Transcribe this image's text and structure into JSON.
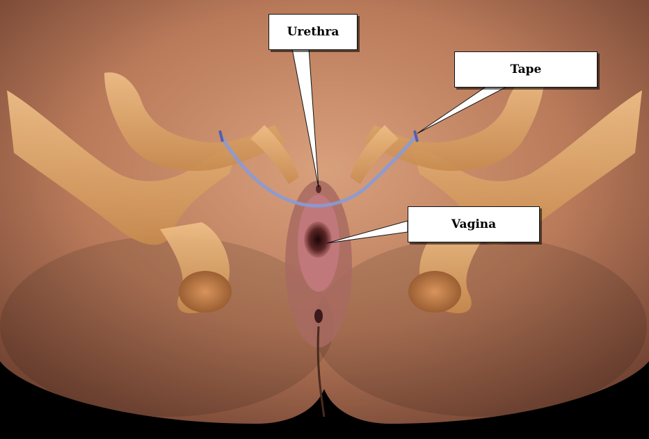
{
  "figure": {
    "subject": "Pelvic bone anatomy with suburethral tape placement",
    "colors": {
      "background": "#000000",
      "skin": "#c98a66",
      "bone": "#e2a766",
      "tape": "#8a9ad6",
      "tissue": "#b76a6a"
    }
  },
  "labels": {
    "urethra": "Urethra",
    "tape": "Tape",
    "vagina": "Vagina"
  }
}
